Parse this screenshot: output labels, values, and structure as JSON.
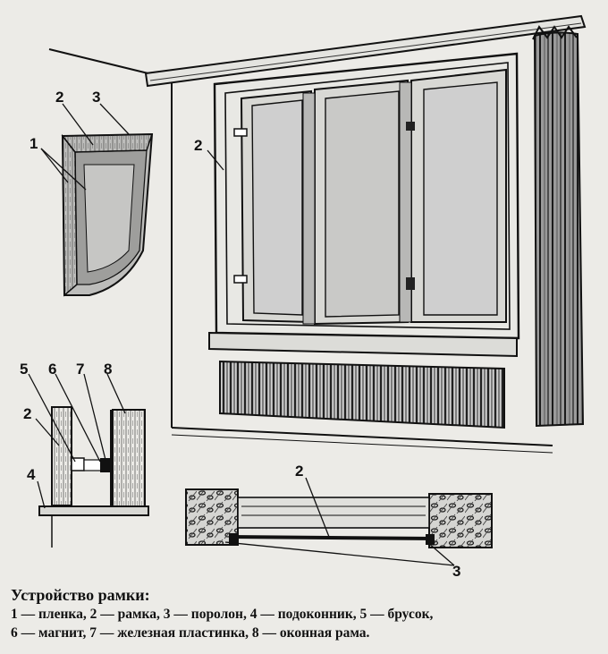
{
  "callouts": {
    "frame_detail": [
      "1",
      "2",
      "3"
    ],
    "window": [
      "2"
    ],
    "section_side": [
      "5",
      "6",
      "7",
      "8",
      "2",
      "4"
    ],
    "section_plan": [
      "2",
      "3"
    ]
  },
  "caption": {
    "title": "Устройство рамки:",
    "line1": "1 — пленка, 2 — рамка, 3 — поролон, 4 — подоконник, 5 — брусок,",
    "line2": "6 — магнит, 7 — железная пластинка, 8 — оконная рама."
  },
  "colors": {
    "paper": "#ecebe7",
    "ink": "#111111",
    "glass": "#cfcfcf",
    "shade": "#9a9a9a"
  }
}
